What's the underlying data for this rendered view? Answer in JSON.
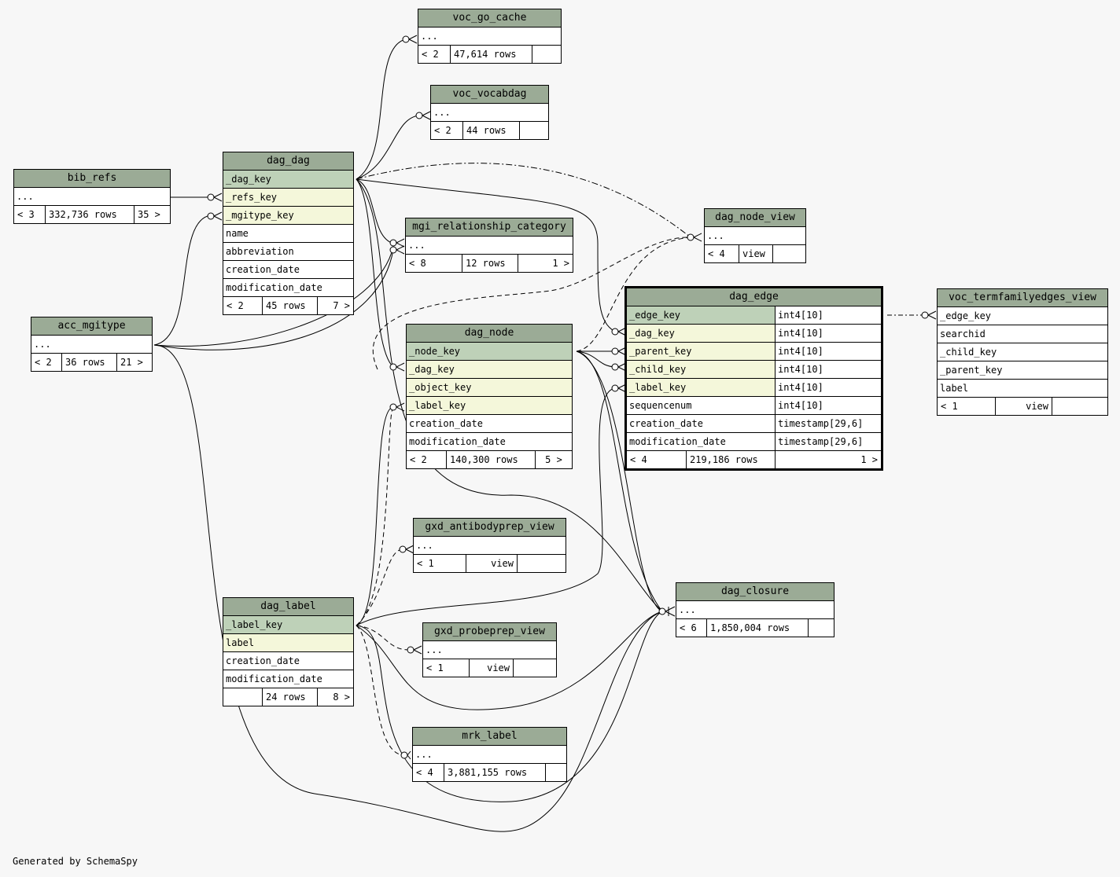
{
  "footer": "Generated by SchemaSpy",
  "colors": {
    "header": "#9bab96",
    "primary_key": "#bed1b8",
    "foreign_key": "#f4f7da",
    "background": "#f7f7f7"
  },
  "tables": {
    "voc_go_cache": {
      "name": "voc_go_cache",
      "rows": [
        "..."
      ],
      "parents": "< 2",
      "count": "47,614 rows",
      "children": ""
    },
    "voc_vocabdag": {
      "name": "voc_vocabdag",
      "rows": [
        "..."
      ],
      "parents": "< 2",
      "count": "44 rows",
      "children": ""
    },
    "bib_refs": {
      "name": "bib_refs",
      "rows": [
        "..."
      ],
      "parents": "< 3",
      "count": "332,736 rows",
      "children": "35 >"
    },
    "dag_dag": {
      "name": "dag_dag",
      "rows": [
        "_dag_key",
        "_refs_key",
        "_mgitype_key",
        "name",
        "abbreviation",
        "creation_date",
        "modification_date"
      ],
      "parents": "< 2",
      "count": "45 rows",
      "children": "7 >"
    },
    "mgi_relationship_category": {
      "name": "mgi_relationship_category",
      "rows": [
        "..."
      ],
      "parents": "< 8",
      "count": "12 rows",
      "children": "1 >"
    },
    "dag_node_view": {
      "name": "dag_node_view",
      "rows": [
        "..."
      ],
      "parents": "< 4",
      "count": "view",
      "children": ""
    },
    "acc_mgitype": {
      "name": "acc_mgitype",
      "rows": [
        "..."
      ],
      "parents": "< 2",
      "count": "36 rows",
      "children": "21 >"
    },
    "dag_node": {
      "name": "dag_node",
      "rows": [
        "_node_key",
        "_dag_key",
        "_object_key",
        "_label_key",
        "creation_date",
        "modification_date"
      ],
      "parents": "< 2",
      "count": "140,300 rows",
      "children": "5 >"
    },
    "dag_edge": {
      "name": "dag_edge",
      "rows": [
        "_edge_key",
        "_dag_key",
        "_parent_key",
        "_child_key",
        "_label_key",
        "sequencenum",
        "creation_date",
        "modification_date"
      ],
      "types": [
        "int4[10]",
        "int4[10]",
        "int4[10]",
        "int4[10]",
        "int4[10]",
        "int4[10]",
        "timestamp[29,6]",
        "timestamp[29,6]"
      ],
      "parents": "< 4",
      "count": "219,186 rows",
      "children": "1 >"
    },
    "voc_termfamilyedges_view": {
      "name": "voc_termfamilyedges_view",
      "rows": [
        "_edge_key",
        "searchid",
        "_child_key",
        "_parent_key",
        "label"
      ],
      "parents": "< 1",
      "count": "view",
      "children": ""
    },
    "gxd_antibodyprep_view": {
      "name": "gxd_antibodyprep_view",
      "rows": [
        "..."
      ],
      "parents": "< 1",
      "count": "view",
      "children": ""
    },
    "dag_closure": {
      "name": "dag_closure",
      "rows": [
        "..."
      ],
      "parents": "< 6",
      "count": "1,850,004 rows",
      "children": ""
    },
    "dag_label": {
      "name": "dag_label",
      "rows": [
        "_label_key",
        "label",
        "creation_date",
        "modification_date"
      ],
      "parents": "",
      "count": "24 rows",
      "children": "8 >"
    },
    "gxd_probeprep_view": {
      "name": "gxd_probeprep_view",
      "rows": [
        "..."
      ],
      "parents": "< 1",
      "count": "view",
      "children": ""
    },
    "mrk_label": {
      "name": "mrk_label",
      "rows": [
        "..."
      ],
      "parents": "< 4",
      "count": "3,881,155 rows",
      "children": ""
    }
  }
}
